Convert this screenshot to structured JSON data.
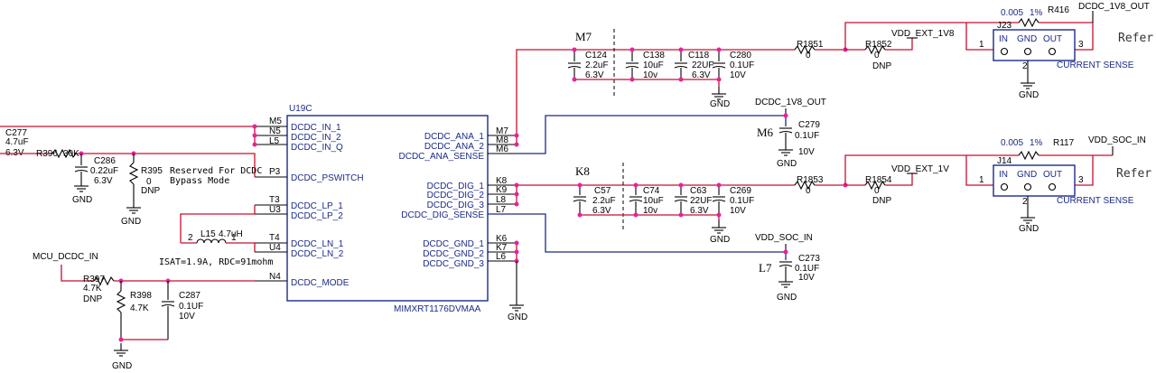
{
  "ic": {
    "ref": "U19C",
    "part": "MIMXRT1176DVMAA",
    "left_pins": [
      {
        "num": "M5",
        "name": "DCDC_IN_1"
      },
      {
        "num": "N5",
        "name": "DCDC_IN_2"
      },
      {
        "num": "L5",
        "name": "DCDC_IN_Q"
      },
      {
        "num": "P3",
        "name": "DCDC_PSWITCH"
      },
      {
        "num": "T3",
        "name": "DCDC_LP_1"
      },
      {
        "num": "U3",
        "name": "DCDC_LP_2"
      },
      {
        "num": "T4",
        "name": "DCDC_LN_1"
      },
      {
        "num": "U4",
        "name": "DCDC_LN_2"
      },
      {
        "num": "N4",
        "name": "DCDC_MODE"
      }
    ],
    "right_pins": [
      {
        "num": "M7",
        "name": "DCDC_ANA_1"
      },
      {
        "num": "M8",
        "name": "DCDC_ANA_2"
      },
      {
        "num": "M6",
        "name": "DCDC_ANA_SENSE"
      },
      {
        "num": "K8",
        "name": "DCDC_DIG_1"
      },
      {
        "num": "K9",
        "name": "DCDC_DIG_2"
      },
      {
        "num": "L8",
        "name": "DCDC_DIG_3"
      },
      {
        "num": "L7",
        "name": "DCDC_DIG_SENSE"
      },
      {
        "num": "K6",
        "name": "DCDC_GND_1"
      },
      {
        "num": "K7",
        "name": "DCDC_GND_2"
      },
      {
        "num": "L6",
        "name": "DCDC_GND_3"
      }
    ]
  },
  "left_parts": {
    "c277": {
      "ref": "C277",
      "value": "4.7uF",
      "voltage": "6.3V"
    },
    "r396": {
      "ref": "R396",
      "value": "30K"
    },
    "c286": {
      "ref": "C286",
      "value": "0.22uF",
      "voltage": "6.3V"
    },
    "r395": {
      "ref": "R395",
      "value": "0",
      "note": "DNP"
    },
    "reserved_note_1": "Reserved For DCDC",
    "reserved_note_2": "Bypass Mode",
    "l15": {
      "ref": "L15",
      "value": "4.7uH",
      "pin2": "2",
      "pin1": "1"
    },
    "inductor_note": "ISAT=1.9A, RDC=91mohm",
    "mcu_net": "MCU_DCDC_IN",
    "r397": {
      "ref": "R397",
      "value": "4.7K",
      "note": "DNP"
    },
    "r398": {
      "ref": "R398",
      "value": "4.7K"
    },
    "c287": {
      "ref": "C287",
      "value": "0.1UF",
      "voltage": "10V"
    },
    "gnd": "GND"
  },
  "top_right": {
    "group_label": "M7",
    "c124": {
      "ref": "C124",
      "value": "2.2uF",
      "voltage": "6.3V"
    },
    "c138": {
      "ref": "C138",
      "value": "10uF",
      "voltage": "10v"
    },
    "c118": {
      "ref": "C118",
      "value": "22UF",
      "voltage": "6.3V"
    },
    "c280": {
      "ref": "C280",
      "value": "0.1UF",
      "voltage": "10V"
    },
    "r1851": {
      "ref": "R1851",
      "value": "0"
    },
    "r1852": {
      "ref": "R1852",
      "value": "0",
      "note": "DNP"
    },
    "vdd_ext": "VDD_EXT_1V8",
    "out_net": "DCDC_1V8_OUT",
    "r416": {
      "ref": "R416",
      "value": "0.005",
      "tol": "1%"
    },
    "j23": {
      "ref": "J23",
      "pin1": "1",
      "pin2": "2",
      "pin3": "3",
      "in": "IN",
      "gnd": "GND",
      "out": "OUT"
    },
    "cs_label": "CURRENT SENSE",
    "refer": "Refer",
    "sense_net": "DCDC_1V8_OUT",
    "m6_label": "M6",
    "c279": {
      "ref": "C279",
      "value": "0.1UF",
      "voltage": "10V"
    }
  },
  "bottom_right": {
    "group_label": "K8",
    "c57": {
      "ref": "C57",
      "value": "2.2uF",
      "voltage": "6.3V"
    },
    "c74": {
      "ref": "C74",
      "value": "10uF",
      "voltage": "10v"
    },
    "c63": {
      "ref": "C63",
      "value": "22UF",
      "voltage": "6.3V"
    },
    "c269": {
      "ref": "C269",
      "value": "0.1UF",
      "voltage": "10V"
    },
    "r1853": {
      "ref": "R1853",
      "value": "0"
    },
    "r1854": {
      "ref": "R1854",
      "value": "0",
      "note": "DNP"
    },
    "vdd_ext": "VDD_EXT_1V",
    "out_net": "VDD_SOC_IN",
    "r117": {
      "ref": "R117",
      "value": "0.005",
      "tol": "1%"
    },
    "j14": {
      "ref": "J14",
      "pin1": "1",
      "pin2": "2",
      "pin3": "3",
      "in": "IN",
      "gnd": "GND",
      "out": "OUT"
    },
    "cs_label": "CURRENT SENSE",
    "refer": "Refer",
    "sense_net": "VDD_SOC_IN",
    "l7_label": "L7",
    "c273": {
      "ref": "C273",
      "value": "0.1UF",
      "voltage": "10V"
    }
  }
}
